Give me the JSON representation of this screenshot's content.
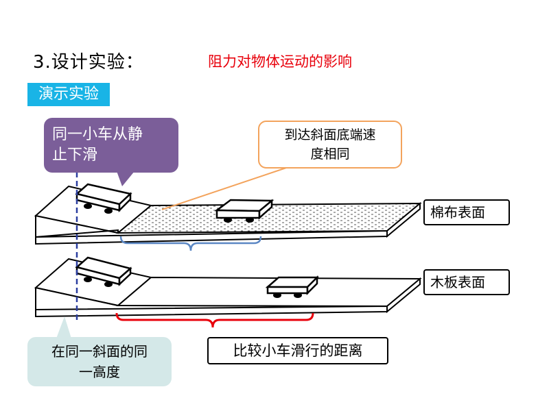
{
  "heading": "3.设计实验：",
  "subtitle": "阻力对物体运动的影响",
  "demo_label": "演示实验",
  "callouts": {
    "same_cart_line1": "同一小车从静",
    "same_cart_line2": "止下滑",
    "same_speed_line1": "到达斜面底端速",
    "same_speed_line2": "度相同",
    "same_height_line1": "在同一斜面的同",
    "same_height_line2": "一高度"
  },
  "surfaces": {
    "cotton": "棉布表面",
    "wood": "木板表面"
  },
  "compare_label": "比较小车滑行的距离",
  "colors": {
    "title_red": "#e8000b",
    "demo_blue": "#19b4e6",
    "purple_callout": "#7b5e99",
    "orange_border": "#f3a35c",
    "teal_callout": "#d4e8e8",
    "brace_blue": "#5b87c4",
    "brace_red": "#e8000b",
    "dashed_line": "#2b3ea0"
  }
}
